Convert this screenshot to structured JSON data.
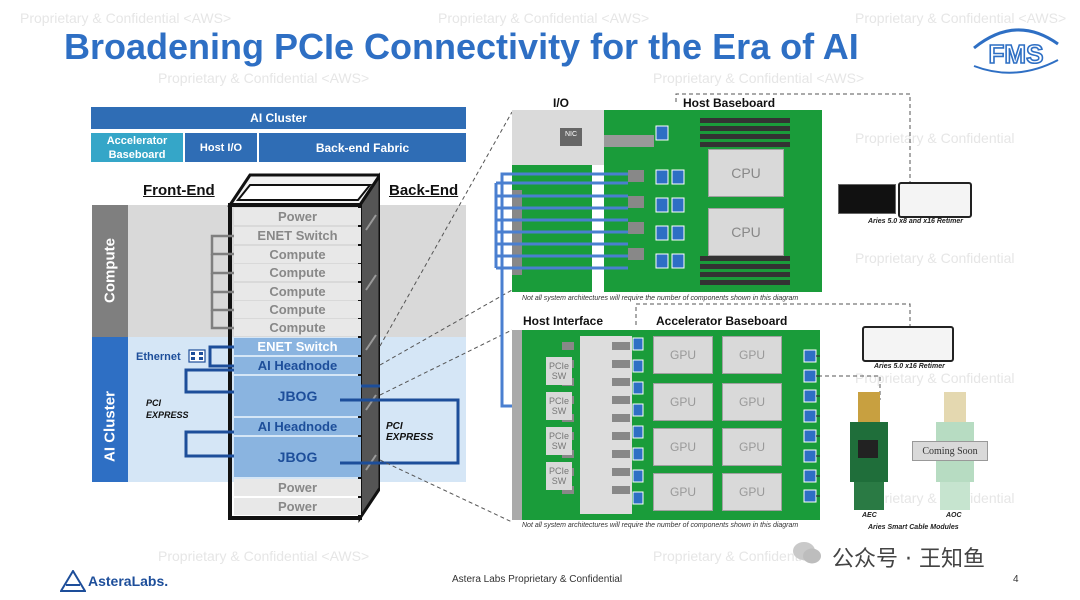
{
  "watermark": "Proprietary & Confidential <AWS>",
  "watermark_short": "Proprietary & Confidential",
  "title": "Broadening PCIe Connectivity for the Era of AI",
  "logo_text": "FMS",
  "top_bars": {
    "ai_cluster": "AI Cluster",
    "accelerator_baseboard": "Accelerator Baseboard",
    "host_io": "Host I/O",
    "backend_fabric": "Back-end Fabric"
  },
  "rack": {
    "front_end": "Front-End",
    "back_end": "Back-End",
    "compute_label": "Compute",
    "ai_cluster_label": "AI Cluster",
    "ethernet": "Ethernet",
    "pci_express_left": "PCI EXPRESS",
    "pci_express_right": "PCI EXPRESS",
    "slots": [
      "Power",
      "ENET Switch",
      "Compute",
      "Compute",
      "Compute",
      "Compute",
      "Compute",
      "ENET Switch",
      "AI Headnode",
      "JBOG",
      "AI Headnode",
      "JBOG",
      "Power",
      "Power"
    ]
  },
  "host_board": {
    "io_label": "I/O",
    "baseboard_label": "Host Baseboard",
    "nic": "NIC",
    "cpu1": "CPU",
    "cpu2": "CPU",
    "note": "Not all system architectures will require the number of components shown in this diagram"
  },
  "accel_board": {
    "host_interface": "Host Interface",
    "baseboard_label": "Accelerator Baseboard",
    "pcie_sw": [
      "PCIe SW",
      "PCIe SW",
      "PCIe SW",
      "PCIe SW"
    ],
    "gpus": [
      "GPU",
      "GPU",
      "GPU",
      "GPU",
      "GPU",
      "GPU",
      "GPU",
      "GPU"
    ],
    "note": "Not all system architectures will require the number of components shown in this diagram"
  },
  "products": {
    "retimer_top_caption": "Aries 5.0 x8 and x16 Retimer",
    "retimer_mid_caption": "Aries 5.0 x16 Retimer",
    "aec": "AEC",
    "aoc": "AOC",
    "coming_soon": "Coming Soon",
    "cable_caption": "Aries Smart Cable Modules"
  },
  "footer": {
    "company": "AsteraLabs.",
    "center": "Astera Labs Proprietary & Confidential",
    "page": "4",
    "wechat": "公众号 · 王知鱼"
  },
  "colors": {
    "title_blue": "#2e6fc4",
    "bar_dark": "#2f6db5",
    "bar_teal": "#35a6c8",
    "board_green": "#1a9c3a",
    "cable_blue": "#4a7fd0"
  }
}
